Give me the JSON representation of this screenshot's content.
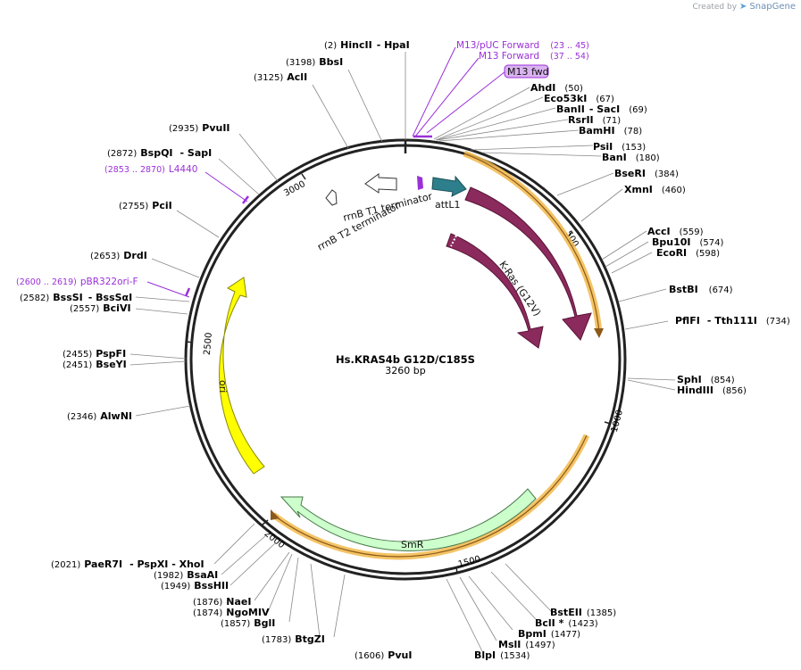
{
  "branding": {
    "created_by": "Created by",
    "app": "SnapGene"
  },
  "plasmid": {
    "name": "Hs.KRAS4b G12D/C185S",
    "length": "3260 bp"
  },
  "ticks": [
    "500",
    "1000",
    "1500",
    "2000",
    "2500",
    "3000"
  ],
  "sites": [
    {
      "pos": "(2)",
      "name": "HincII",
      "extra": "- HpaI"
    },
    {
      "pos": "(3198)",
      "name": "BbsI"
    },
    {
      "pos": "(3125)",
      "name": "AclI"
    },
    {
      "pos": "(2935)",
      "name": "PvuII"
    },
    {
      "pos": "(2872)",
      "name": "BspQI",
      "extra": "- SapI"
    },
    {
      "pos": "(2755)",
      "name": "PciI"
    },
    {
      "pos": "(2653)",
      "name": "DrdI"
    },
    {
      "pos": "(2582)",
      "name": "BssSI",
      "extra": "- BssSαI"
    },
    {
      "pos": "(2557)",
      "name": "BciVI"
    },
    {
      "pos": "(2455)",
      "name": "PspFI"
    },
    {
      "pos": "(2451)",
      "name": "BseYI"
    },
    {
      "pos": "(2346)",
      "name": "AlwNI"
    },
    {
      "pos": "(2021)",
      "name": "PaeR7I",
      "extra": "- PspXI - XhoI"
    },
    {
      "pos": "(1982)",
      "name": "BsaAI"
    },
    {
      "pos": "(1949)",
      "name": "BssHII"
    },
    {
      "pos": "(1876)",
      "name": "NaeI"
    },
    {
      "pos": "(1874)",
      "name": "NgoMIV"
    },
    {
      "pos": "(1857)",
      "name": "BglI"
    },
    {
      "pos": "(1783)",
      "name": "BtgZI"
    },
    {
      "pos": "(1606)",
      "name": "PvuI"
    },
    {
      "pos": "(1534)",
      "name": "BlpI"
    },
    {
      "pos": "(1497)",
      "name": "MslI"
    },
    {
      "pos": "(1477)",
      "name": "BpmI"
    },
    {
      "pos": "(1423)",
      "name": "BclI *"
    },
    {
      "pos": "(1385)",
      "name": "BstEII"
    },
    {
      "pos": "(50)",
      "name": "AhdI"
    },
    {
      "pos": "(67)",
      "name": "Eco53kI"
    },
    {
      "pos": "(69)",
      "name": "BanII",
      "extra": "- SacI"
    },
    {
      "pos": "(71)",
      "name": "RsrII"
    },
    {
      "pos": "(78)",
      "name": "BamHI"
    },
    {
      "pos": "(153)",
      "name": "PsiI"
    },
    {
      "pos": "(180)",
      "name": "BanI"
    },
    {
      "pos": "(384)",
      "name": "BseRI"
    },
    {
      "pos": "(460)",
      "name": "XmnI"
    },
    {
      "pos": "(559)",
      "name": "AccI"
    },
    {
      "pos": "(574)",
      "name": "Bpu10I"
    },
    {
      "pos": "(598)",
      "name": "EcoRI"
    },
    {
      "pos": "(674)",
      "name": "BstBI"
    },
    {
      "pos": "(734)",
      "name": "PflFI",
      "extra": "- Tth111I"
    },
    {
      "pos": "(854)",
      "name": "SphI"
    },
    {
      "pos": "(856)",
      "name": "HindIII"
    }
  ],
  "primers": [
    {
      "name": "M13/pUC Forward",
      "range": "(23 .. 45)"
    },
    {
      "name": "M13 Forward",
      "range": "(37 .. 54)"
    },
    {
      "name": "M13 fwd"
    },
    {
      "name": "L4440",
      "range": "(2853 .. 2870)"
    },
    {
      "name": "pBR322ori-F",
      "range": "(2600 .. 2619)"
    }
  ],
  "features": {
    "kras": "K-Ras",
    "kras_mut": "K-Ras (G12V)",
    "attl1": "attL1",
    "rrnb_t1": "rrnB T1 terminator",
    "rrnb_t2": "rrnB T2 terminator",
    "ori": "ori",
    "smr": "SmR"
  },
  "colors": {
    "backbone": "#222222",
    "kras": "#8b2a5c",
    "attl1": "#2e7f8c",
    "ori": "#ffff00",
    "smr": "#ccffcc",
    "orf_highlight": "#f2b94a",
    "primer": "#9b30d9",
    "leader": "#888888"
  }
}
